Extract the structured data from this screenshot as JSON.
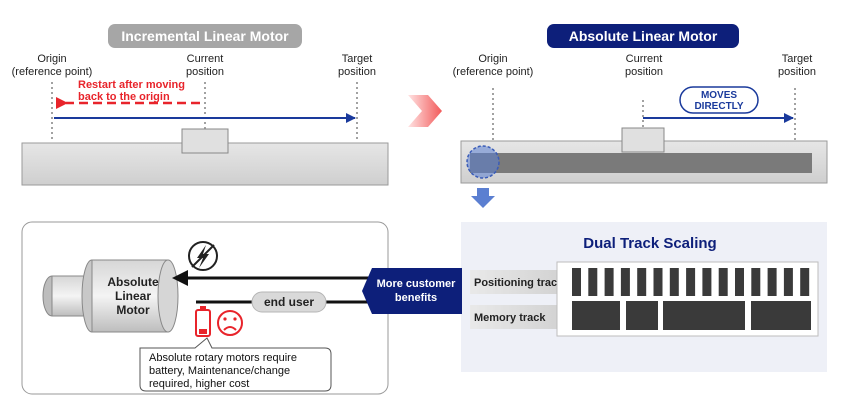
{
  "incremental": {
    "title": "Incremental Linear Motor",
    "origin_line1": "Origin",
    "origin_line2": "(reference point)",
    "current_line1": "Current",
    "current_line2": "position",
    "target_line1": "Target",
    "target_line2": "position",
    "restart_line1": "Restart after moving",
    "restart_line2": "back to the origin"
  },
  "absolute": {
    "title": "Absolute Linear Motor",
    "origin_line1": "Origin",
    "origin_line2": "(reference point)",
    "current_line1": "Current",
    "current_line2": "position",
    "target_line1": "Target",
    "target_line2": "position",
    "moves_line1": "MOVES",
    "moves_line2": "DIRECTLY"
  },
  "rotary": {
    "motor_line1": "Absolute",
    "motor_line2": "Linear",
    "motor_line3": "Motor",
    "end_user": "end user",
    "note_line1": "Absolute rotary motors require",
    "note_line2": "battery, Maintenance/change",
    "note_line3": "required, higher cost"
  },
  "benefits": {
    "line1": "More customer",
    "line2": "benefits"
  },
  "dual_track": {
    "title": "Dual Track Scaling",
    "positioning_track": "Positioning track",
    "memory_track": "Memory track"
  },
  "colors": {
    "navy": "#0d1f7a",
    "arrow_blue": "#1a3a9c",
    "red": "#e8242b",
    "gray_title": "#a6a6a6",
    "panel_bg": "#eef0f7"
  },
  "icons": [
    "lightning-icon",
    "battery-icon",
    "sad-face-icon"
  ]
}
